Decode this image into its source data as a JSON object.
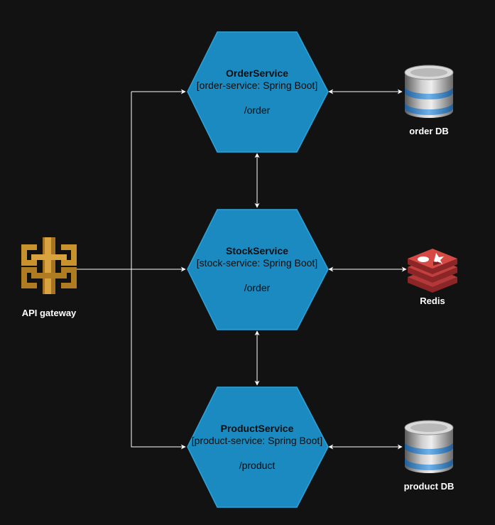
{
  "services": [
    {
      "title": "OrderService",
      "subtitle": "[order-service: Spring Boot]",
      "path": "/order"
    },
    {
      "title": "StockService",
      "subtitle": "[stock-service: Spring Boot]",
      "path": "/order"
    },
    {
      "title": "ProductService",
      "subtitle": "[product-service: Spring Boot]",
      "path": "/product"
    }
  ],
  "nodes": {
    "gateway": {
      "label": "API gateway",
      "icon": "api-gateway-icon"
    },
    "order_db": {
      "label": "order DB",
      "icon": "database-icon"
    },
    "redis": {
      "label": "Redis",
      "icon": "redis-icon"
    },
    "product_db": {
      "label": "product DB",
      "icon": "database-icon"
    }
  },
  "colors": {
    "background": "#121212",
    "service_fill": "#1b8ac0",
    "service_stroke": "#2aa3db",
    "connector": "#ffffff",
    "gateway_gold": "#c8922c",
    "redis_red": "#b3383a"
  }
}
